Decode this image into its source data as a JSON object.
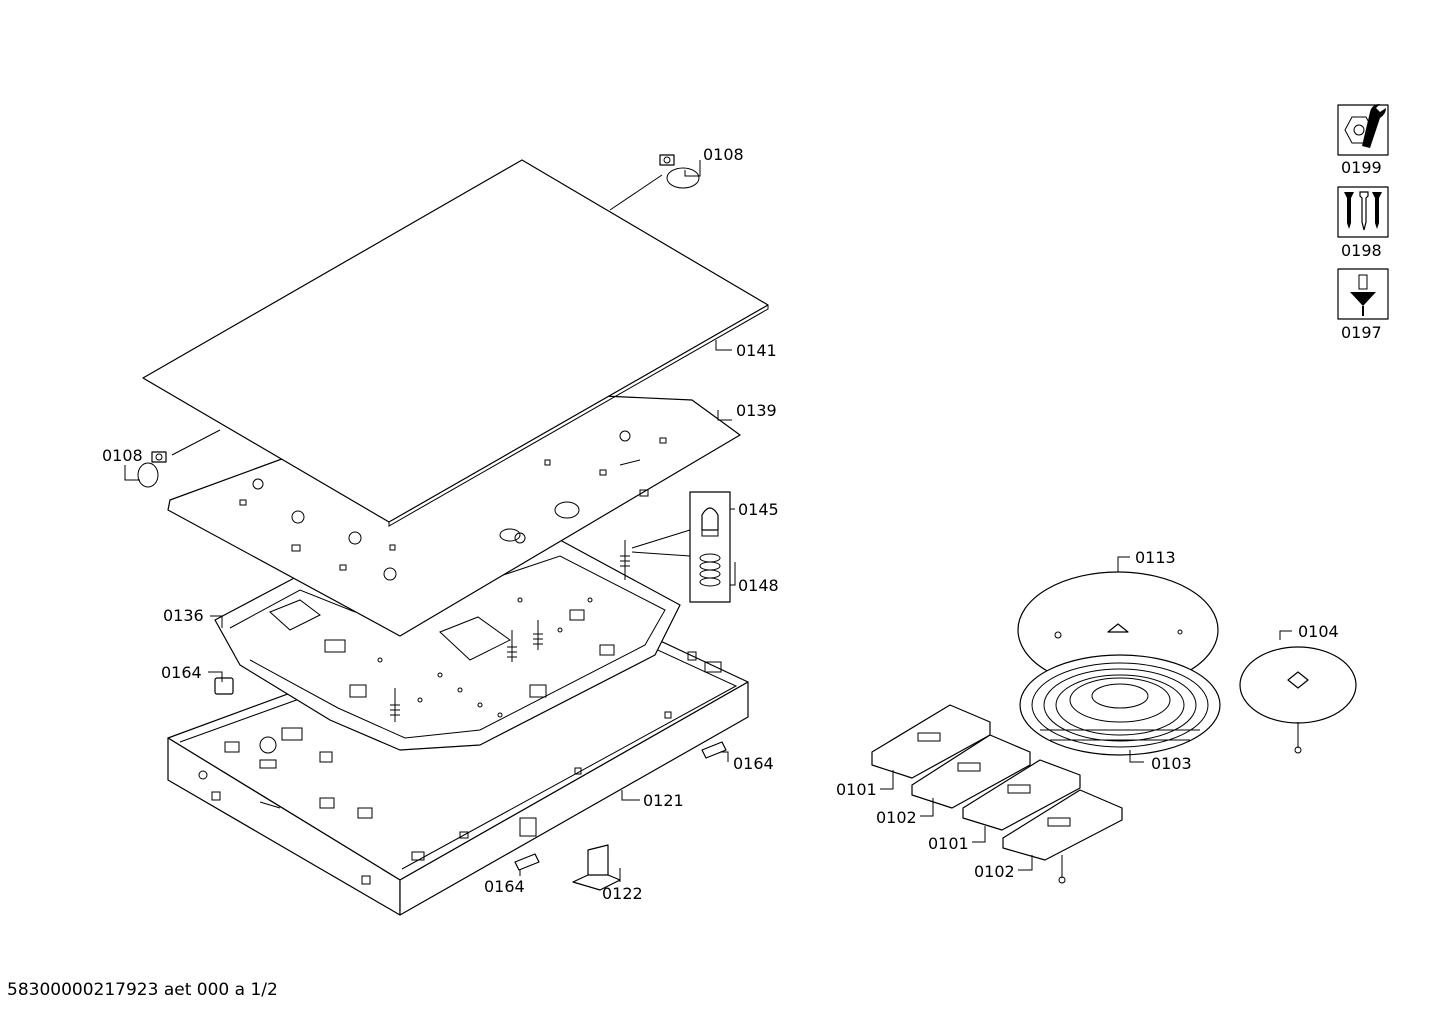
{
  "document_id": "58300000217923 aet 000 a 1/2",
  "tool_icons": [
    {
      "icon": "wrench-nut-icon",
      "code": "0199"
    },
    {
      "icon": "screws-icon",
      "code": "0198"
    },
    {
      "icon": "screwdriver-icon",
      "code": "0197"
    }
  ],
  "callouts": [
    {
      "id": "c-0108-top",
      "code": "0108"
    },
    {
      "id": "c-0141",
      "code": "0141"
    },
    {
      "id": "c-0139",
      "code": "0139"
    },
    {
      "id": "c-0108-left",
      "code": "0108"
    },
    {
      "id": "c-0145",
      "code": "0145"
    },
    {
      "id": "c-0148",
      "code": "0148"
    },
    {
      "id": "c-0136",
      "code": "0136"
    },
    {
      "id": "c-0164-left",
      "code": "0164"
    },
    {
      "id": "c-0164-right",
      "code": "0164"
    },
    {
      "id": "c-0121",
      "code": "0121"
    },
    {
      "id": "c-0164-bottom",
      "code": "0164"
    },
    {
      "id": "c-0122",
      "code": "0122"
    },
    {
      "id": "c-0113",
      "code": "0113"
    },
    {
      "id": "c-0104",
      "code": "0104"
    },
    {
      "id": "c-0103",
      "code": "0103"
    },
    {
      "id": "c-0101-a",
      "code": "0101"
    },
    {
      "id": "c-0102-a",
      "code": "0102"
    },
    {
      "id": "c-0101-b",
      "code": "0101"
    },
    {
      "id": "c-0102-b",
      "code": "0102"
    }
  ]
}
